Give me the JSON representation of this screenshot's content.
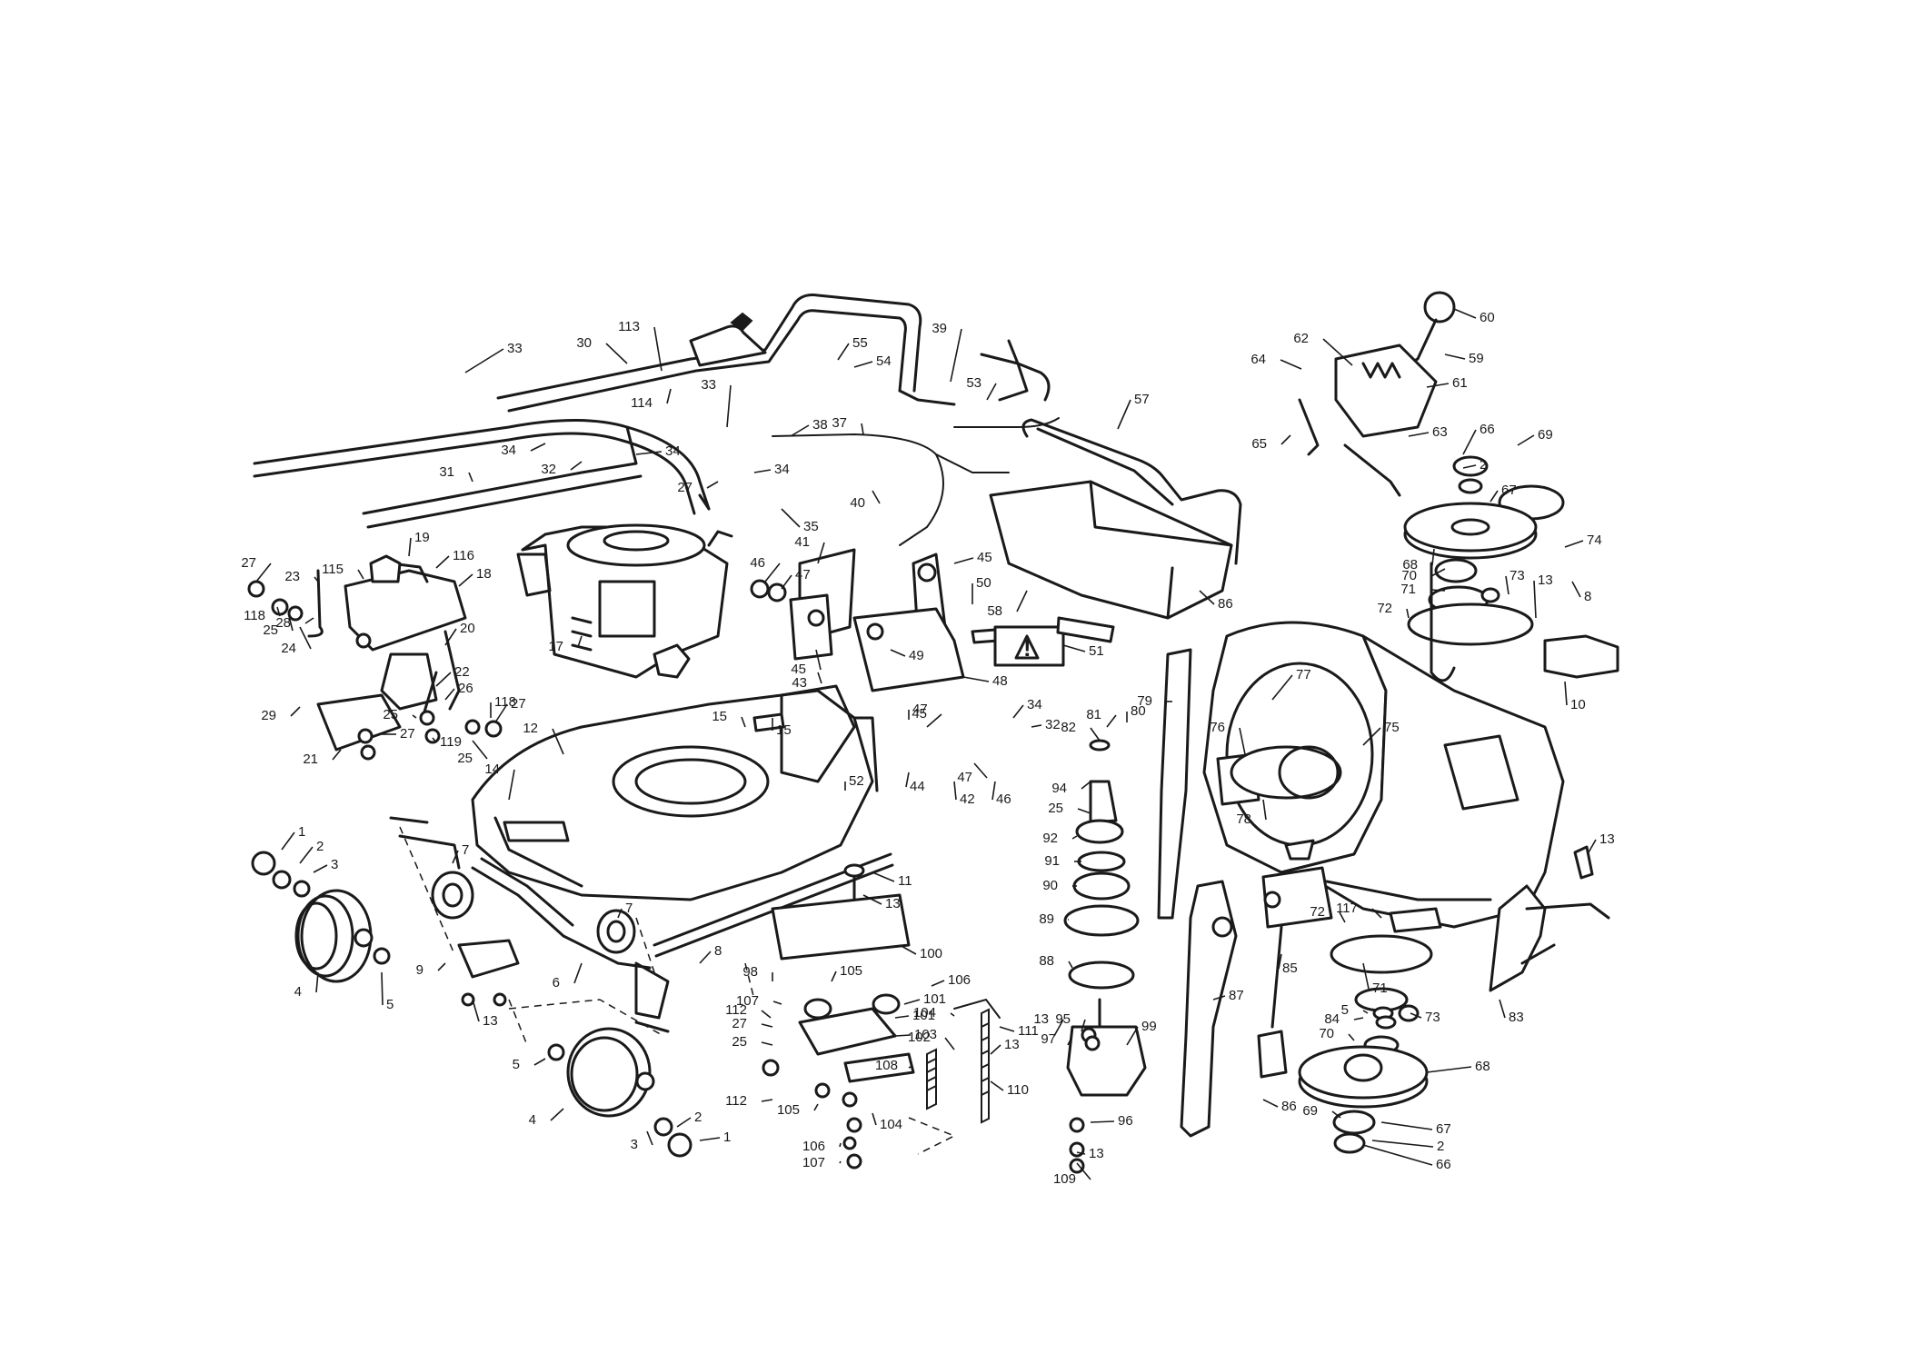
{
  "labels": [
    {
      "t": "113"
    },
    {
      "t": "30"
    },
    {
      "t": "33"
    },
    {
      "t": "114"
    },
    {
      "t": "33"
    },
    {
      "t": "55"
    },
    {
      "t": "54"
    },
    {
      "t": "39"
    },
    {
      "t": "53"
    },
    {
      "t": "57"
    },
    {
      "t": "62"
    },
    {
      "t": "60"
    },
    {
      "t": "64"
    },
    {
      "t": "59"
    },
    {
      "t": "61"
    },
    {
      "t": "65"
    },
    {
      "t": "63"
    },
    {
      "t": "66"
    },
    {
      "t": "69"
    },
    {
      "t": "2"
    },
    {
      "t": "67"
    },
    {
      "t": "68"
    },
    {
      "t": "74"
    },
    {
      "t": "70"
    },
    {
      "t": "73"
    },
    {
      "t": "8"
    },
    {
      "t": "71"
    },
    {
      "t": "72"
    },
    {
      "t": "13"
    },
    {
      "t": "10"
    },
    {
      "t": "34"
    },
    {
      "t": "32"
    },
    {
      "t": "34"
    },
    {
      "t": "31"
    },
    {
      "t": "38"
    },
    {
      "t": "37"
    },
    {
      "t": "27"
    },
    {
      "t": "34"
    },
    {
      "t": "40"
    },
    {
      "t": "35"
    },
    {
      "t": "19"
    },
    {
      "t": "27"
    },
    {
      "t": "23"
    },
    {
      "t": "115"
    },
    {
      "t": "116"
    },
    {
      "t": "18"
    },
    {
      "t": "118"
    },
    {
      "t": "25"
    },
    {
      "t": "24"
    },
    {
      "t": "28"
    },
    {
      "t": "20"
    },
    {
      "t": "22"
    },
    {
      "t": "26"
    },
    {
      "t": "29"
    },
    {
      "t": "25"
    },
    {
      "t": "118"
    },
    {
      "t": "27"
    },
    {
      "t": "27"
    },
    {
      "t": "119"
    },
    {
      "t": "25"
    },
    {
      "t": "21"
    },
    {
      "t": "17"
    },
    {
      "t": "46"
    },
    {
      "t": "47"
    },
    {
      "t": "41"
    },
    {
      "t": "45"
    },
    {
      "t": "50"
    },
    {
      "t": "58"
    },
    {
      "t": "86"
    },
    {
      "t": "49"
    },
    {
      "t": "51"
    },
    {
      "t": "45"
    },
    {
      "t": "43"
    },
    {
      "t": "48"
    },
    {
      "t": "15"
    },
    {
      "t": "15"
    },
    {
      "t": "12"
    },
    {
      "t": "14"
    },
    {
      "t": "52"
    },
    {
      "t": "47"
    },
    {
      "t": "45"
    },
    {
      "t": "34"
    },
    {
      "t": "32"
    },
    {
      "t": "44"
    },
    {
      "t": "42"
    },
    {
      "t": "47"
    },
    {
      "t": "46"
    },
    {
      "t": "82"
    },
    {
      "t": "81"
    },
    {
      "t": "80"
    },
    {
      "t": "79"
    },
    {
      "t": "77"
    },
    {
      "t": "76"
    },
    {
      "t": "75"
    },
    {
      "t": "78"
    },
    {
      "t": "94"
    },
    {
      "t": "25"
    },
    {
      "t": "92"
    },
    {
      "t": "91"
    },
    {
      "t": "90"
    },
    {
      "t": "89"
    },
    {
      "t": "88"
    },
    {
      "t": "1"
    },
    {
      "t": "2"
    },
    {
      "t": "3"
    },
    {
      "t": "7"
    },
    {
      "t": "4"
    },
    {
      "t": "5"
    },
    {
      "t": "9"
    },
    {
      "t": "13"
    },
    {
      "t": "7"
    },
    {
      "t": "6"
    },
    {
      "t": "11"
    },
    {
      "t": "13"
    },
    {
      "t": "8"
    },
    {
      "t": "100"
    },
    {
      "t": "98"
    },
    {
      "t": "105"
    },
    {
      "t": "106"
    },
    {
      "t": "107"
    },
    {
      "t": "112"
    },
    {
      "t": "101"
    },
    {
      "t": "101"
    },
    {
      "t": "103"
    },
    {
      "t": "27"
    },
    {
      "t": "25"
    },
    {
      "t": "102"
    },
    {
      "t": "108"
    },
    {
      "t": "104"
    },
    {
      "t": "111"
    },
    {
      "t": "13"
    },
    {
      "t": "110"
    },
    {
      "t": "112"
    },
    {
      "t": "105"
    },
    {
      "t": "104"
    },
    {
      "t": "106"
    },
    {
      "t": "107"
    },
    {
      "t": "5"
    },
    {
      "t": "4"
    },
    {
      "t": "2"
    },
    {
      "t": "1"
    },
    {
      "t": "3"
    },
    {
      "t": "13"
    },
    {
      "t": "95"
    },
    {
      "t": "97"
    },
    {
      "t": "99"
    },
    {
      "t": "96"
    },
    {
      "t": "13"
    },
    {
      "t": "109"
    },
    {
      "t": "87"
    },
    {
      "t": "85"
    },
    {
      "t": "86"
    },
    {
      "t": "13"
    },
    {
      "t": "72"
    },
    {
      "t": "117"
    },
    {
      "t": "71"
    },
    {
      "t": "5"
    },
    {
      "t": "84"
    },
    {
      "t": "73"
    },
    {
      "t": "70"
    },
    {
      "t": "83"
    },
    {
      "t": "68"
    },
    {
      "t": "69"
    },
    {
      "t": "67"
    },
    {
      "t": "2"
    },
    {
      "t": "66"
    }
  ]
}
